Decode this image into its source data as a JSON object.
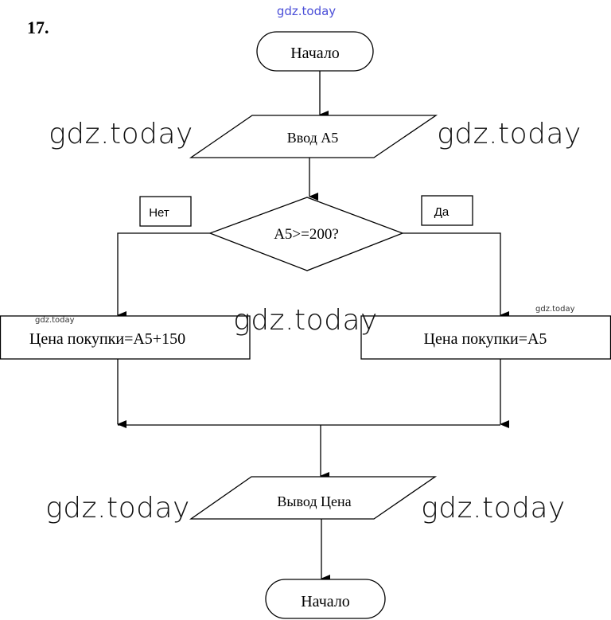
{
  "task_number": "17.",
  "watermarks": {
    "top": "gdz.today",
    "input_left": "gdz.today",
    "input_right": "gdz.today",
    "center": "gdz.today",
    "small_left": "gdz.today",
    "small_right": "gdz.today",
    "output_left": "gdz.today",
    "output_right": "gdz.today"
  },
  "flowchart": {
    "start": "Начало",
    "input": "Ввод А5",
    "decision": "А5>=200?",
    "branch_no_label": "Нет",
    "branch_yes_label": "Да",
    "process_no": "Цена покупки=А5+150",
    "process_yes": "Цена покупки=А5",
    "output": "Вывод Цена",
    "end": "Начало"
  },
  "colors": {
    "watermark_top": "#4b4fd8",
    "stroke": "#000000"
  }
}
